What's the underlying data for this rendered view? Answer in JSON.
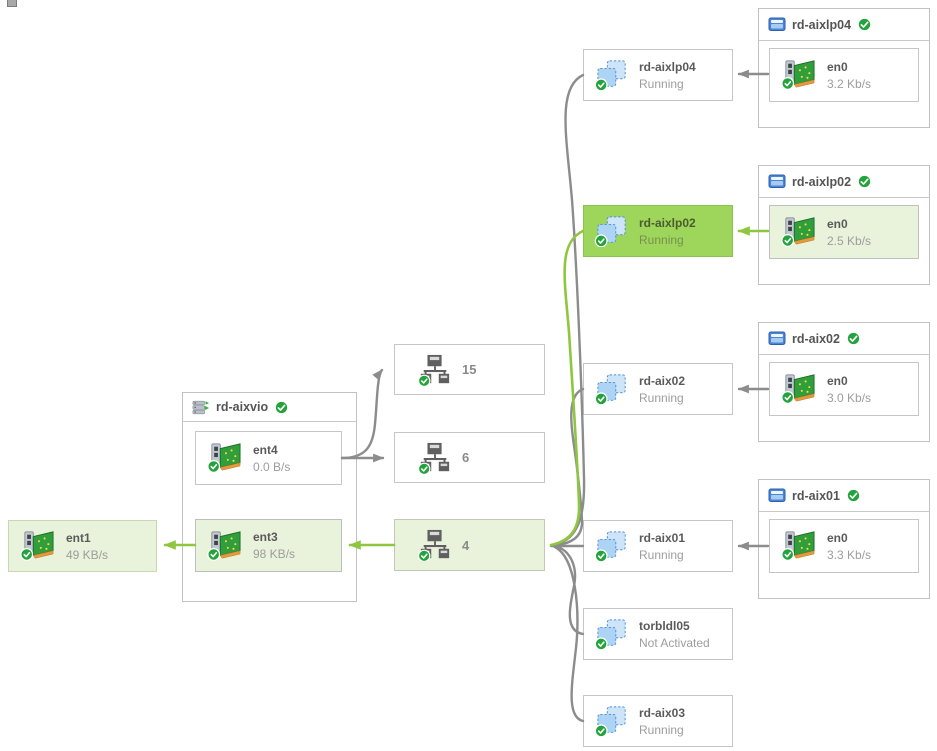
{
  "colors": {
    "selected_green": "#9dd65a",
    "path_highlight_bg": "#e9f2da",
    "line_green": "#8ec63f",
    "line_gray": "#8c8c8c",
    "ok_badge_green": "#23a33c"
  },
  "standalone_adapter": {
    "name": "ent1",
    "rate": "49 KB/s"
  },
  "vios": {
    "title": "rd-aixvio",
    "adapters": [
      {
        "name": "ent4",
        "rate": "0.0 B/s"
      },
      {
        "name": "ent3",
        "rate": "98 KB/s"
      }
    ]
  },
  "vlans": [
    {
      "label": "15"
    },
    {
      "label": "6"
    },
    {
      "label": "4"
    }
  ],
  "partitions": [
    {
      "name": "rd-aixlp04",
      "status": "Running"
    },
    {
      "name": "rd-aixlp02",
      "status": "Running"
    },
    {
      "name": "rd-aix02",
      "status": "Running"
    },
    {
      "name": "rd-aix01",
      "status": "Running"
    },
    {
      "name": "torbldl05",
      "status": "Not Activated"
    },
    {
      "name": "rd-aix03",
      "status": "Running"
    }
  ],
  "systems": [
    {
      "title": "rd-aixlp04",
      "adapter": {
        "name": "en0",
        "rate": "3.2 Kb/s"
      }
    },
    {
      "title": "rd-aixlp02",
      "adapter": {
        "name": "en0",
        "rate": "2.5 Kb/s"
      }
    },
    {
      "title": "rd-aix02",
      "adapter": {
        "name": "en0",
        "rate": "3.0 Kb/s"
      }
    },
    {
      "title": "rd-aix01",
      "adapter": {
        "name": "en0",
        "rate": "3.3 Kb/s"
      }
    }
  ]
}
